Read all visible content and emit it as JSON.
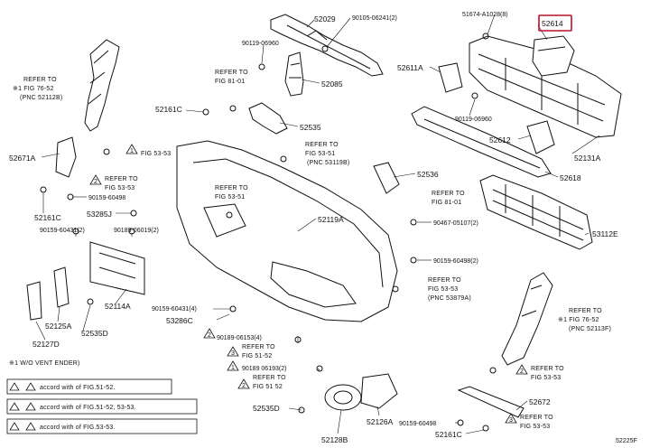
{
  "diagram": {
    "highlight_part": "52614",
    "figure_id": "52225F",
    "parts": {
      "p52029": "52029",
      "p90105_06241": "90105-06241(2)",
      "p51674": "51674-A1028(8)",
      "p52614": "52614",
      "p90119_06960a": "90119-06960",
      "p52611A": "52611A",
      "p52085": "52085",
      "p90119_06960b": "90119-06960",
      "p52161C_top": "52161C",
      "p52535": "52535",
      "p52612": "52612",
      "p52131A": "52131A",
      "p52671A": "52671A",
      "p52536": "52536",
      "p52618": "52618",
      "p90159_60498a": "90159-60498",
      "p52161C_left": "52161C",
      "p53285J": "53285J",
      "p52119A": "52119A",
      "p90467_05107": "90467-05107(2)",
      "p53112E": "53112E",
      "p90159_60431a": "90159-60431(2)",
      "p90189_06019": "90189-06019(2)",
      "p90159_60498b": "90159-60498(2)",
      "p52114A": "52114A",
      "p90159_60431b": "90159-60431(4)",
      "p53286C": "53286C",
      "p52125A": "52125A",
      "p52535D_left": "52535D",
      "p52127D": "52127D",
      "p90189_06153": "90189-06153(4)",
      "p90189_06193": "90189 06193(2)",
      "p52535D_mid": "52535D",
      "p52126A": "52126A",
      "p52128B": "52128B",
      "p52672": "52672",
      "p90159_60498c": "90159-60498",
      "p52161C_bot": "52161C"
    },
    "refs": {
      "r_fig7652_a1": "REFER TO",
      "r_fig7652_a2": "※1 FIG 76-52",
      "r_fig7652_a3": "(PNC 52112B)",
      "r_fig8101_a1": "REFER TO",
      "r_fig8101_a2": "FIG 81-01",
      "r_fig5353_a": "FIG 53-53",
      "r_fig5353_b1": "REFER TO",
      "r_fig5353_b2": "FIG 53-53",
      "r_fig5351_a1": "REFER TO",
      "r_fig5351_a2": "FIG 53-51",
      "r_fig5351_a3": "(PNC 53119B)",
      "r_fig5351_b1": "REFER TO",
      "r_fig5351_b2": "FIG 53-51",
      "r_fig8101_b1": "REFER TO",
      "r_fig8101_b2": "FIG 81-01",
      "r_fig5353_c1": "REFER TO",
      "r_fig5353_c2": "FIG 53-53",
      "r_fig5353_c3": "(PNC 53879A)",
      "r_fig7652_b1": "REFER TO",
      "r_fig7652_b2": "※1 FIG 76-52",
      "r_fig7652_b3": "(PNC 52113F)",
      "r_fig5152_a1": "REFER TO",
      "r_fig5152_a2": "FIG 51-52",
      "r_fig5152_b1": "REFER TO",
      "r_fig5152_b2": "FIG 51 52",
      "r_fig5353_d1": "REFER TO",
      "r_fig5353_d2": "FIG 53-53",
      "r_fig5353_e1": "REFER TO",
      "r_fig5353_e2": "FIG 53-53"
    },
    "triangle_marks": {
      "t1": "1",
      "t2": "2",
      "t3": "2",
      "t4": "3",
      "t5": "1",
      "t6": "2",
      "t7": "2",
      "t8": "3"
    },
    "notes": {
      "note_header": "※1 W/O VENT ENDER)",
      "legend_1": "accord with    of FIG.51-52.",
      "legend_2": "accord with    of FIG.51-52, 53-53.",
      "legend_3": "accord with    of FIG.53-53."
    }
  }
}
